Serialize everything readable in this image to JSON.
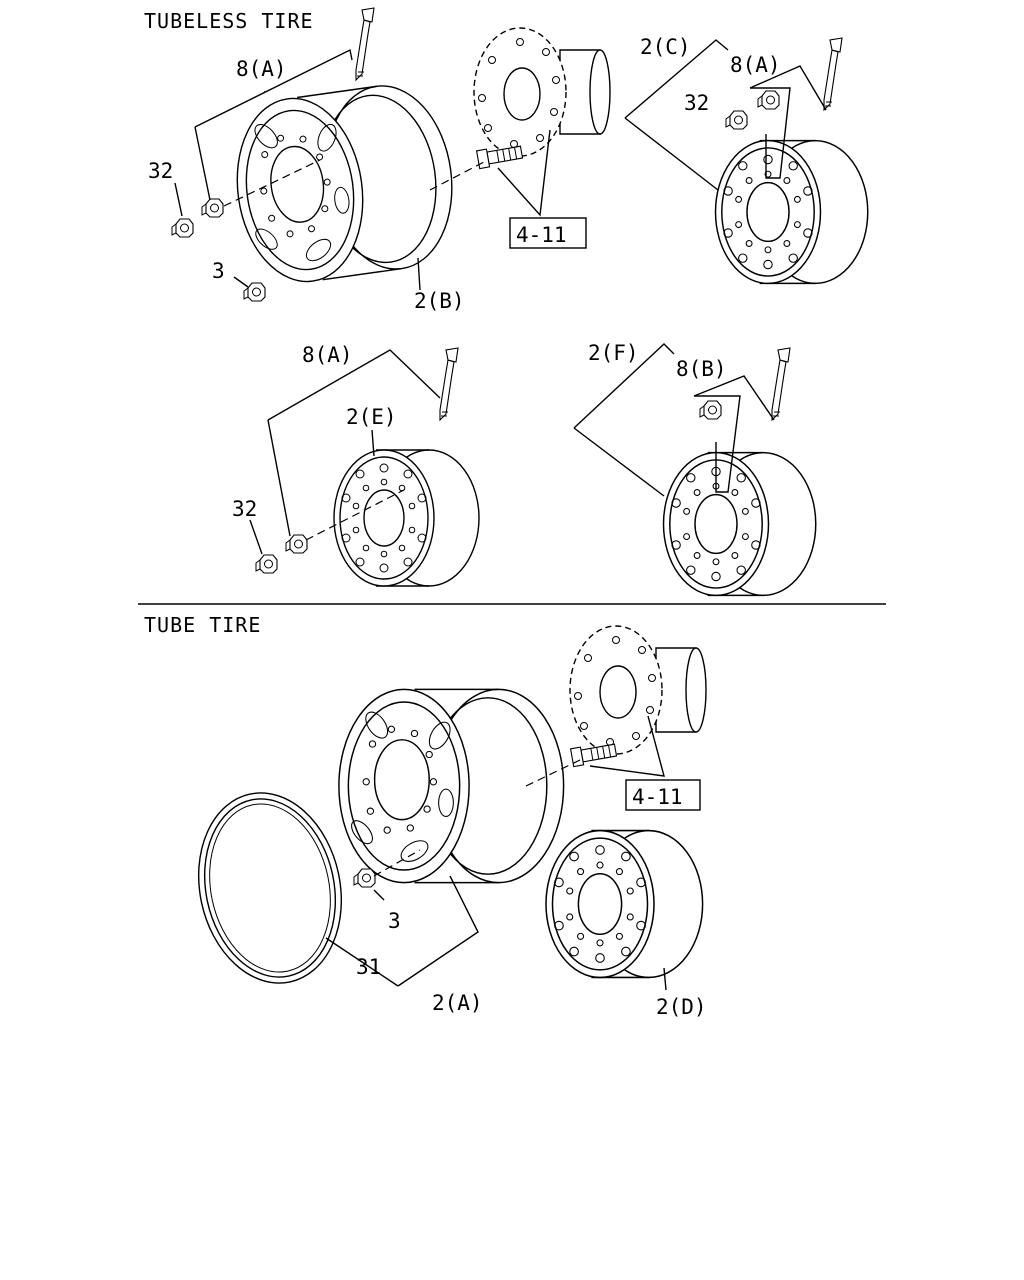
{
  "sections": {
    "tubeless_title": "TUBELESS TIRE",
    "tube_title": "TUBE TIRE"
  },
  "labels": {
    "p8A_1": "8(A)",
    "p32_1": "32",
    "p3_1": "3",
    "p2B": "2(B)",
    "ref411_1": "4-11",
    "p2C": "2(C)",
    "p8A_2": "8(A)",
    "p32_2": "32",
    "p8A_3": "8(A)",
    "p2E": "2(E)",
    "p32_3": "32",
    "p2F": "2(F)",
    "p8B": "8(B)",
    "ref411_2": "4-11",
    "p3_2": "3",
    "p31": "31",
    "p2A": "2(A)",
    "p2D": "2(D)"
  }
}
